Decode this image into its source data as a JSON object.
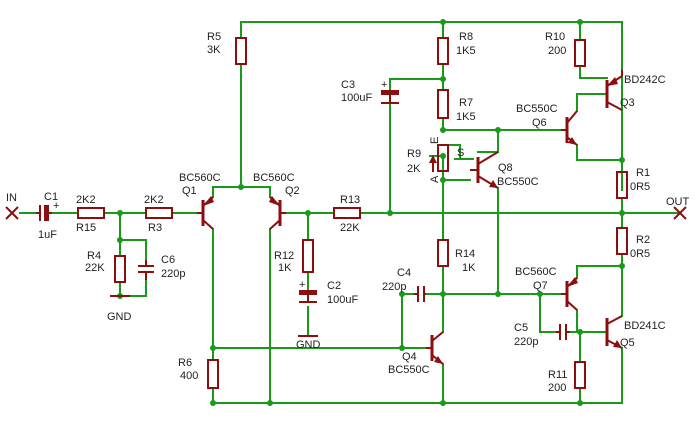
{
  "colors": {
    "wire": "#1a9a1a",
    "component": "#8b0f0f",
    "text": "#222222"
  },
  "labels": {
    "in": "IN",
    "out": "OUT",
    "gnd_r4": "GND",
    "gnd_c2": "GND",
    "c1": "C1",
    "c1_val": "1uF",
    "r15_val": "2K2",
    "r15": "R15",
    "r3_val": "2K2",
    "r3": "R3",
    "r4": "R4",
    "r4_val": "22K",
    "c6": "C6",
    "c6_val": "220p",
    "q1_type": "BC560C",
    "q1": "Q1",
    "q2_type": "BC560C",
    "q2": "Q2",
    "r5": "R5",
    "r5_val": "3K",
    "r13": "R13",
    "r13_val": "22K",
    "r12": "R12",
    "r12_val": "1K",
    "c2": "C2",
    "c2_val": "100uF",
    "r6": "R6",
    "r6_val": "400",
    "c3": "C3",
    "c3_val": "100uF",
    "r8": "R8",
    "r8_val": "1K5",
    "r7": "R7",
    "r7_val": "1K5",
    "r9": "R9",
    "r9_val": "2K",
    "r9_e": "E",
    "r9_a": "A",
    "r9_s": "S",
    "q8": "Q8",
    "q8_type": "BC550C",
    "r14": "R14",
    "r14_val": "1K",
    "c4": "C4",
    "c4_val": "220p",
    "q4": "Q4",
    "q4_type": "BC550C",
    "r10": "R10",
    "r10_val": "200",
    "q3_type": "BD242C",
    "q3": "Q3",
    "q6_type": "BC550C",
    "q6": "Q6",
    "r1": "R1",
    "r1_val": "0R5",
    "r2": "R2",
    "r2_val": "0R5",
    "q7_type": "BC560C",
    "q7": "Q7",
    "q5_type": "BD241C",
    "q5": "Q5",
    "c5": "C5",
    "c5_val": "220p",
    "r11": "R11",
    "r11_val": "200"
  }
}
